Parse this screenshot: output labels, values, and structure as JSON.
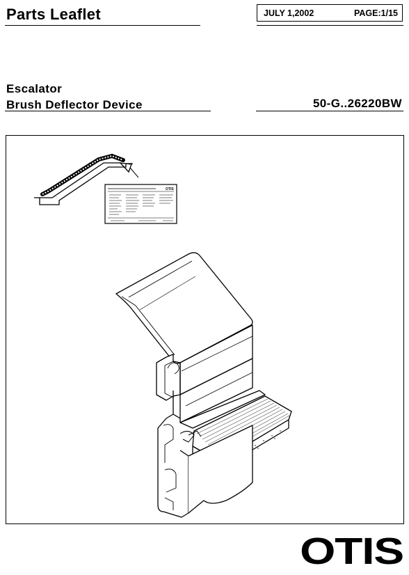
{
  "header": {
    "title": "Parts Leaflet",
    "date": "JULY 1,2002",
    "page": "PAGE:1/15"
  },
  "product": {
    "line1": "Escalator",
    "line2": "Brush Deflector Device",
    "part_number": "50-G..26220BW"
  },
  "figure": {
    "icons": [
      "escalator-icon",
      "parts-label-sheet-icon",
      "brush-deflector-profile-icon"
    ]
  },
  "footer": {
    "logo": "OTIS"
  }
}
